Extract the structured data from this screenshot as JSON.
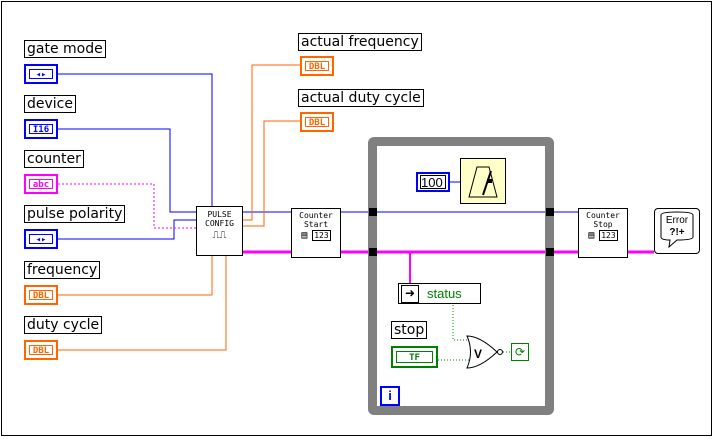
{
  "controls": {
    "gate_mode": {
      "label": "gate mode",
      "type": "enum"
    },
    "device": {
      "label": "device",
      "type": "I16"
    },
    "counter": {
      "label": "counter",
      "type": "abc"
    },
    "pulse_polarity": {
      "label": "pulse polarity",
      "type": "enum"
    },
    "frequency": {
      "label": "frequency",
      "type": "DBL"
    },
    "duty_cycle": {
      "label": "duty cycle",
      "type": "DBL"
    }
  },
  "indicators": {
    "actual_frequency": {
      "label": "actual frequency",
      "type": "DBL"
    },
    "actual_duty_cycle": {
      "label": "actual duty cycle",
      "type": "DBL"
    }
  },
  "nodes": {
    "pulse_config": {
      "line1": "PULSE",
      "line2": "CONFIG"
    },
    "counter_start": {
      "line1": "Counter",
      "line2": "Start",
      "type": "123"
    },
    "counter_stop": {
      "line1": "Counter",
      "line2": "Stop",
      "type": "123"
    },
    "error": {
      "text": "Error"
    }
  },
  "loop": {
    "wait_constant": "100",
    "status_label": "status",
    "stop_label": "stop",
    "stop_type": "TF",
    "iteration": "i"
  },
  "colors": {
    "numeric_wire": "#0000ff",
    "float_wire": "#ff6600",
    "string_wire": "#ff00ff",
    "boolean_wire": "#008000",
    "loop_frame": "#808080"
  }
}
